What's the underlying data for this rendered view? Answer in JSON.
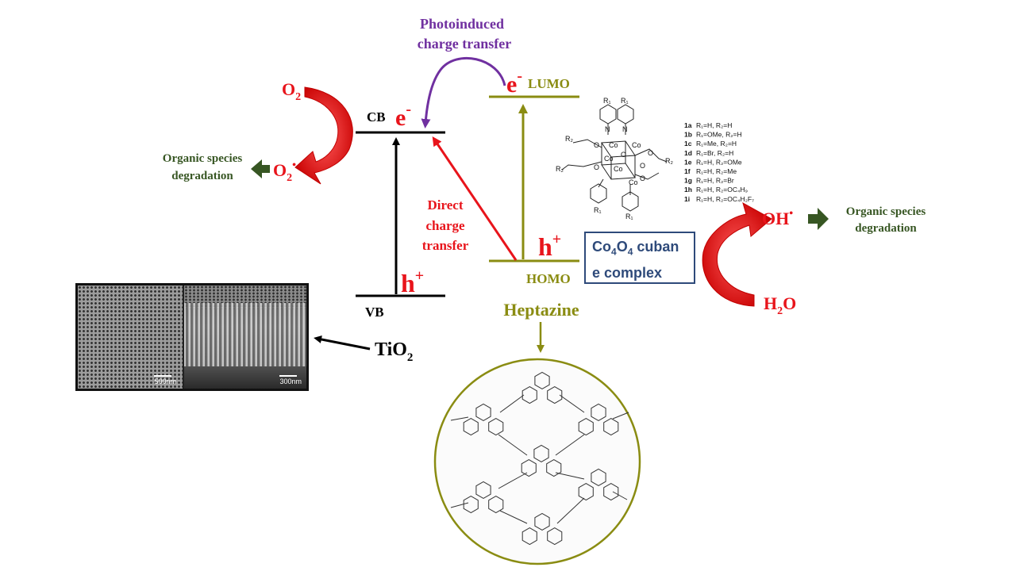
{
  "labels": {
    "photoinduced": [
      "Photoinduced",
      "charge transfer"
    ],
    "cb": "CB",
    "vb": "VB",
    "lumo": "LUMO",
    "homo": "HOMO",
    "electron": "e",
    "hole": "h",
    "minus": "-",
    "plus": "+",
    "dot": "•",
    "o2": "O",
    "o2_sub": "2",
    "oh": "OH",
    "h2o_h": "H",
    "h2o_sub": "2",
    "h2o_o": "O",
    "organic_left": [
      "Organic species",
      "degradation"
    ],
    "organic_right": [
      "Organic species",
      "degradation"
    ],
    "direct": [
      "Direct",
      "charge",
      "transfer"
    ],
    "heptazine": "Heptazine",
    "tio2_main": "TiO",
    "tio2_sub": "2",
    "cubane_line1_a": "Co",
    "cubane_sub1": "4",
    "cubane_line1_b": "O",
    "cubane_sub2": "4",
    "cubane_line1_c": " cuban",
    "cubane_line2": "e complex",
    "sem_scale_left": "500nm",
    "sem_scale_right": "300nm"
  },
  "complex_list": [
    {
      "id": "1a",
      "sub": "R₁=H, R₂=H"
    },
    {
      "id": "1b",
      "sub": "R₁=OMe, R₂=H"
    },
    {
      "id": "1c",
      "sub": "R₁=Me, R₂=H"
    },
    {
      "id": "1d",
      "sub": "R₁=Br, R₂=H"
    },
    {
      "id": "1e",
      "sub": "R₁=H, R₂=OMe"
    },
    {
      "id": "1f",
      "sub": "R₁=H, R₂=Me"
    },
    {
      "id": "1g",
      "sub": "R₁=H, R₂=Br"
    },
    {
      "id": "1h",
      "sub": "R₁=H, R₂=OC₄H₉"
    },
    {
      "id": "1i",
      "sub": "R₁=H, R₂=OC₄H₂F₇"
    }
  ],
  "structure_text": {
    "co": "Co",
    "o": "O",
    "n": "N",
    "r1": "R₁",
    "r2": "R₂"
  },
  "colors": {
    "red": "#e8141b",
    "olive": "#8a8c12",
    "purple": "#7030a0",
    "dark_green": "#375623",
    "navy": "#2e4a7a",
    "black": "#000000"
  }
}
